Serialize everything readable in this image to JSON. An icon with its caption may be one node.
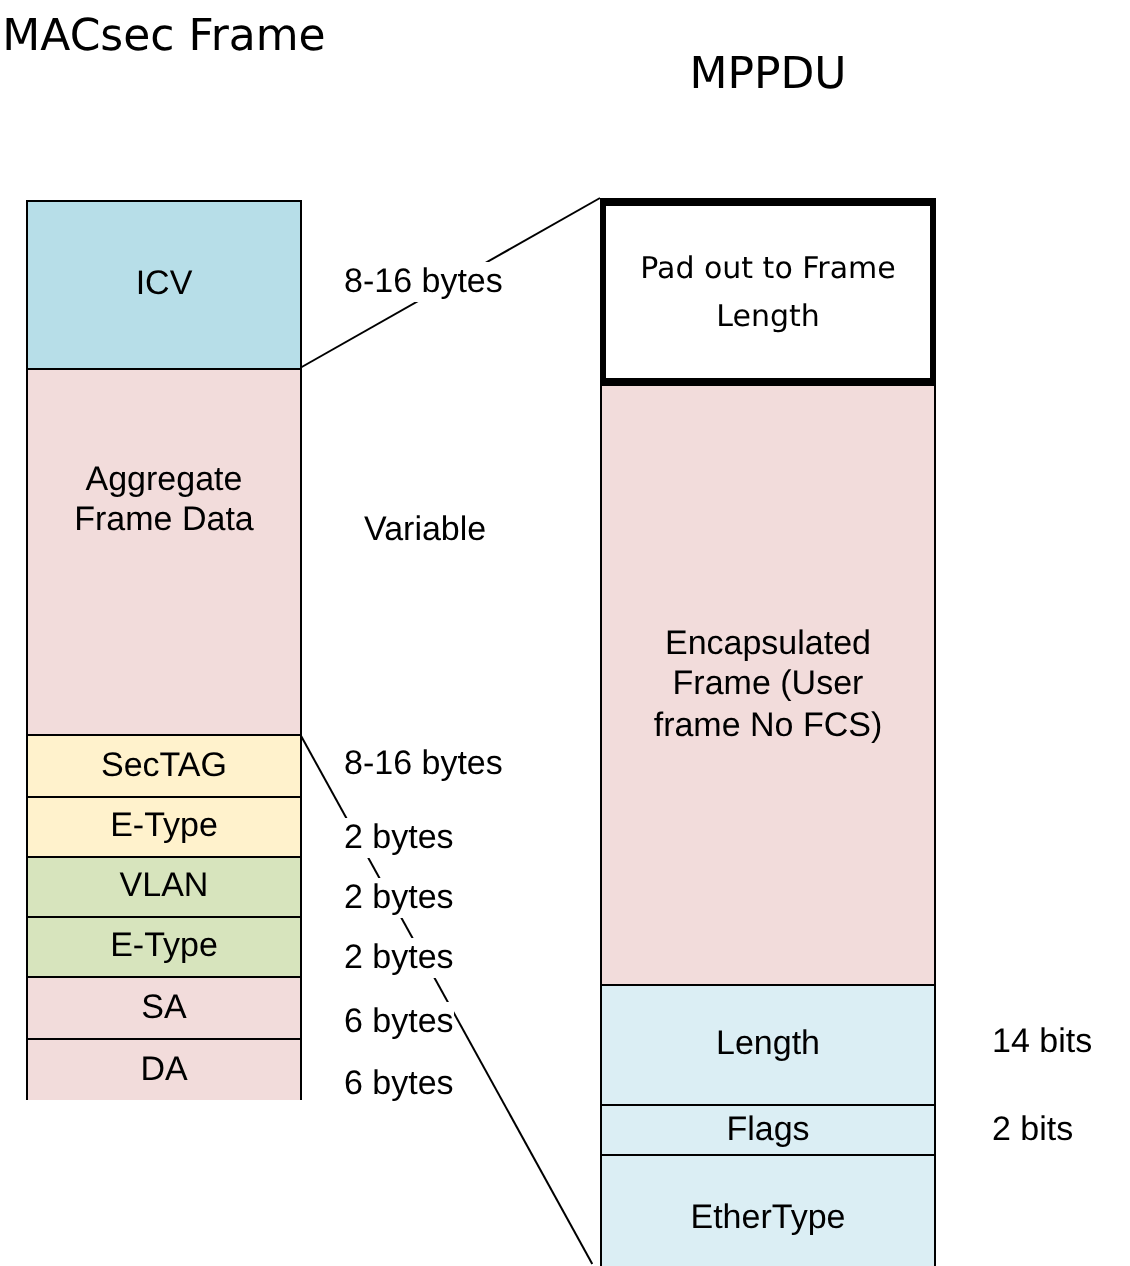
{
  "diagram": {
    "nodes": [
      {
        "text": [
          "MACsec Frame"
        ]
      },
      {
        "text": [
          "ICV"
        ],
        "in": 0,
        "beside": [
          "8-16  bytes"
        ]
      },
      {
        "text": [
          "Aggregate Frame Data"
        ],
        "in": 0,
        "beside": [
          "Variable"
        ]
      },
      {
        "text": [
          "SecTAG"
        ],
        "in": 0,
        "beside": [
          "8-16  bytes"
        ]
      },
      {
        "text": [
          "E-Type"
        ],
        "in": 0,
        "beside": [
          "2 bytes"
        ]
      },
      {
        "text": [
          "VLAN"
        ],
        "in": 0,
        "beside": [
          "2 bytes"
        ]
      },
      {
        "text": [
          "E-Type"
        ],
        "in": 0,
        "beside": [
          "2 bytes"
        ]
      },
      {
        "text": [
          "SA"
        ],
        "in": 0,
        "beside": [
          "6 bytes"
        ]
      },
      {
        "text": [
          "DA"
        ],
        "in": 0,
        "beside": [
          "6 bytes"
        ]
      },
      {
        "text": [
          "MPPDU"
        ]
      },
      {
        "text": [
          "Pad out to Frame Length"
        ],
        "in": 9
      },
      {
        "text": [
          "Encapsulated Frame (User frame No FCS)"
        ],
        "in": 9
      },
      {
        "text": [
          "Length"
        ],
        "in": 9,
        "beside": [
          "14 bits"
        ]
      },
      {
        "text": [
          "Flags"
        ],
        "in": 9,
        "beside": [
          "2 bits"
        ]
      },
      {
        "text": [
          "EtherType"
        ],
        "in": 9
      }
    ],
    "edges": [
      {
        "from": 2,
        "to": 9,
        "arrow": "none"
      },
      {
        "from": 2,
        "to": 9,
        "arrow": "none"
      }
    ]
  }
}
